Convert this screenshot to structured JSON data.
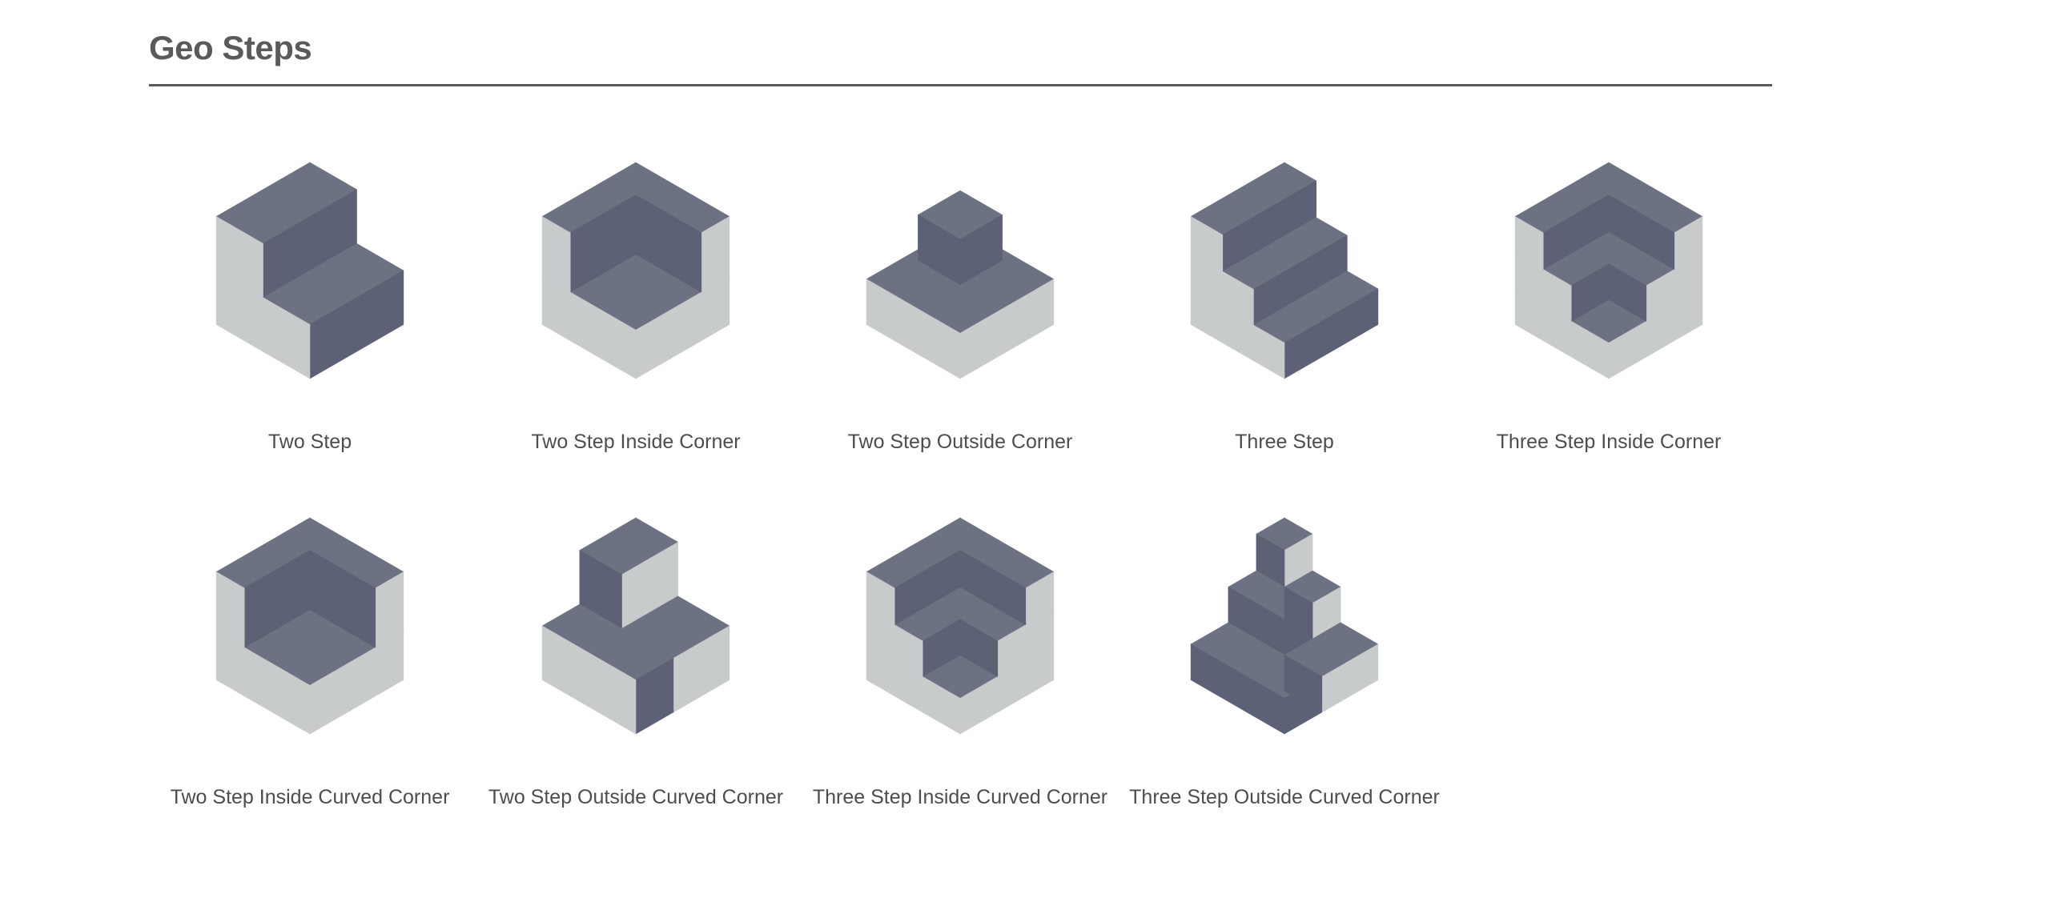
{
  "section": {
    "title": "Geo Steps"
  },
  "colors": {
    "upholstery": "#5c6175",
    "upholstery_top": "#6d7282",
    "panel": "#c8cbcc",
    "rule": "#58595b"
  },
  "products": [
    {
      "label": "Two Step",
      "shape": "two-step"
    },
    {
      "label": "Two Step Inside Corner",
      "shape": "two-step-inside"
    },
    {
      "label": "Two Step Outside Corner",
      "shape": "two-step-outside"
    },
    {
      "label": "Three Step",
      "shape": "three-step"
    },
    {
      "label": "Three Step Inside Corner",
      "shape": "three-step-inside"
    },
    {
      "label": "Two Step Inside Curved Corner",
      "shape": "two-step-inside"
    },
    {
      "label": "Two Step Outside Curved Corner",
      "shape": "two-step-outside-curved"
    },
    {
      "label": "Three Step Inside Curved Corner",
      "shape": "three-step-inside"
    },
    {
      "label": "Three Step Outside Curved Corner",
      "shape": "three-step-outside-curved"
    }
  ]
}
